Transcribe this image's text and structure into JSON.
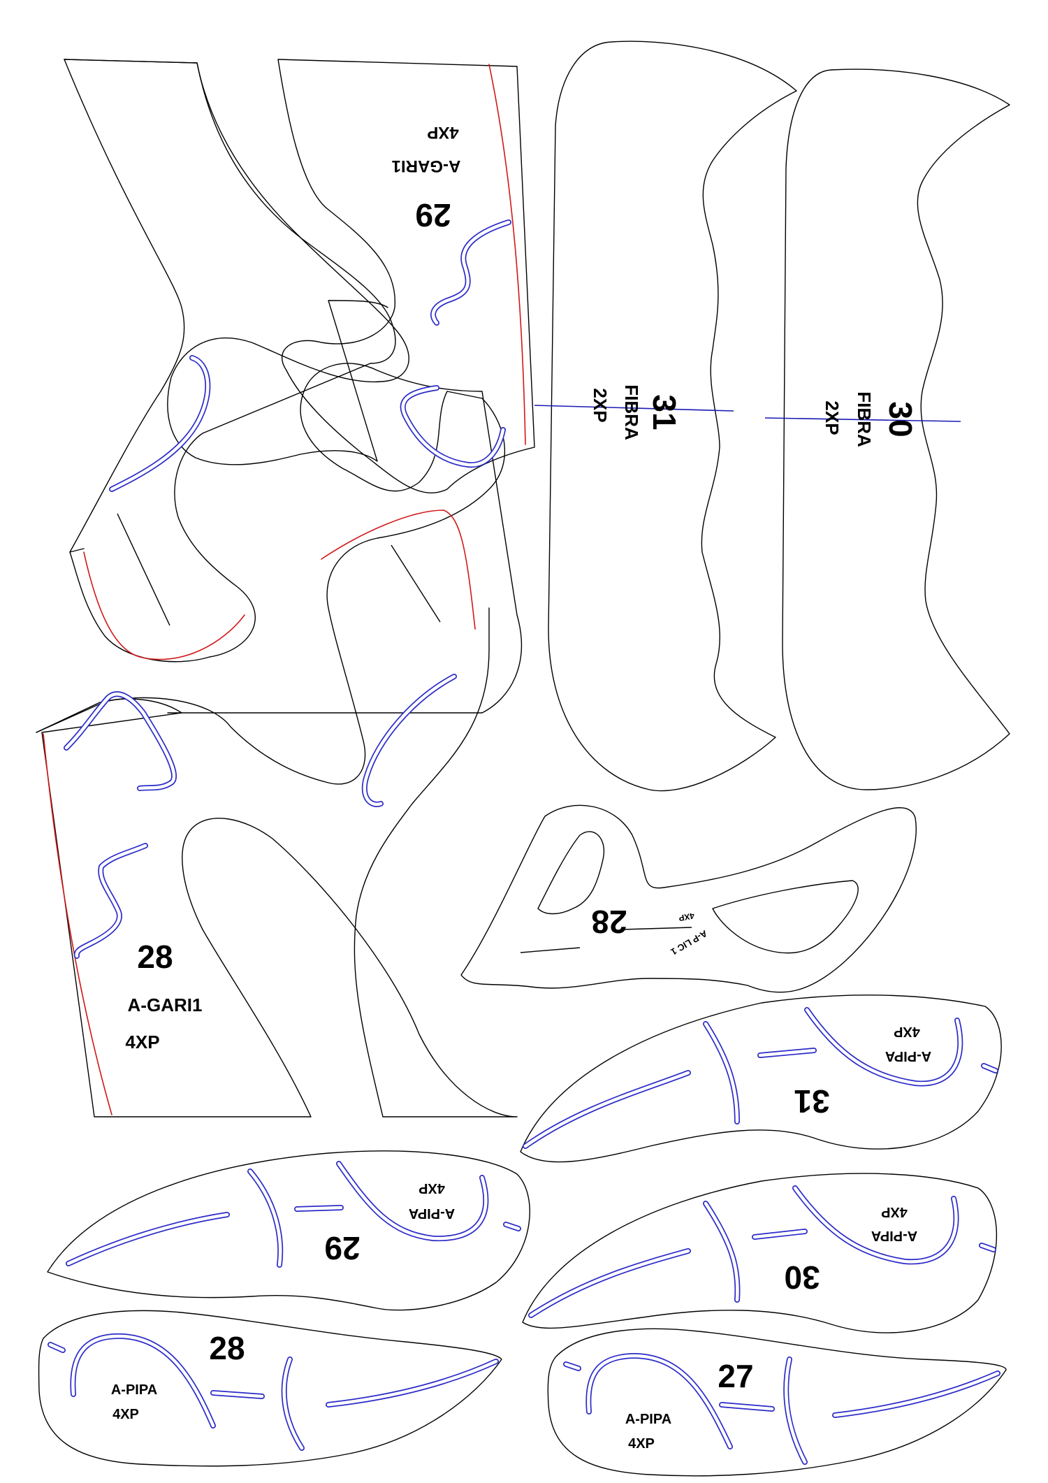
{
  "sheet": {
    "background": "#ffffff",
    "colors": {
      "outline": "#000000",
      "seam": "#d01818",
      "slot": "#2b2bc8",
      "grain": "#1a1ab4"
    }
  },
  "pieces": {
    "gari29": {
      "number": "29",
      "code": "A-GARI1",
      "qty": "4XP"
    },
    "gari28": {
      "number": "28",
      "code": "A-GARI1",
      "qty": "4XP"
    },
    "fibra31": {
      "number": "31",
      "code": "FIBRA",
      "qty": "2XP"
    },
    "fibra30": {
      "number": "30",
      "code": "FIBRA",
      "qty": "2XP"
    },
    "lic28": {
      "number": "28",
      "code": "A-P LIC 1",
      "qty": "4XP"
    },
    "pipa31": {
      "number": "31",
      "code": "A-PIPA",
      "qty": "4XP"
    },
    "pipa29": {
      "number": "29",
      "code": "A-PIPA",
      "qty": "4XP"
    },
    "pipa30": {
      "number": "30",
      "code": "A-PIPA",
      "qty": "4XP"
    },
    "pipa28": {
      "number": "28",
      "code": "A-PIPA",
      "qty": "4XP"
    },
    "pipa27": {
      "number": "27",
      "code": "A-PIPA",
      "qty": "4XP"
    }
  }
}
